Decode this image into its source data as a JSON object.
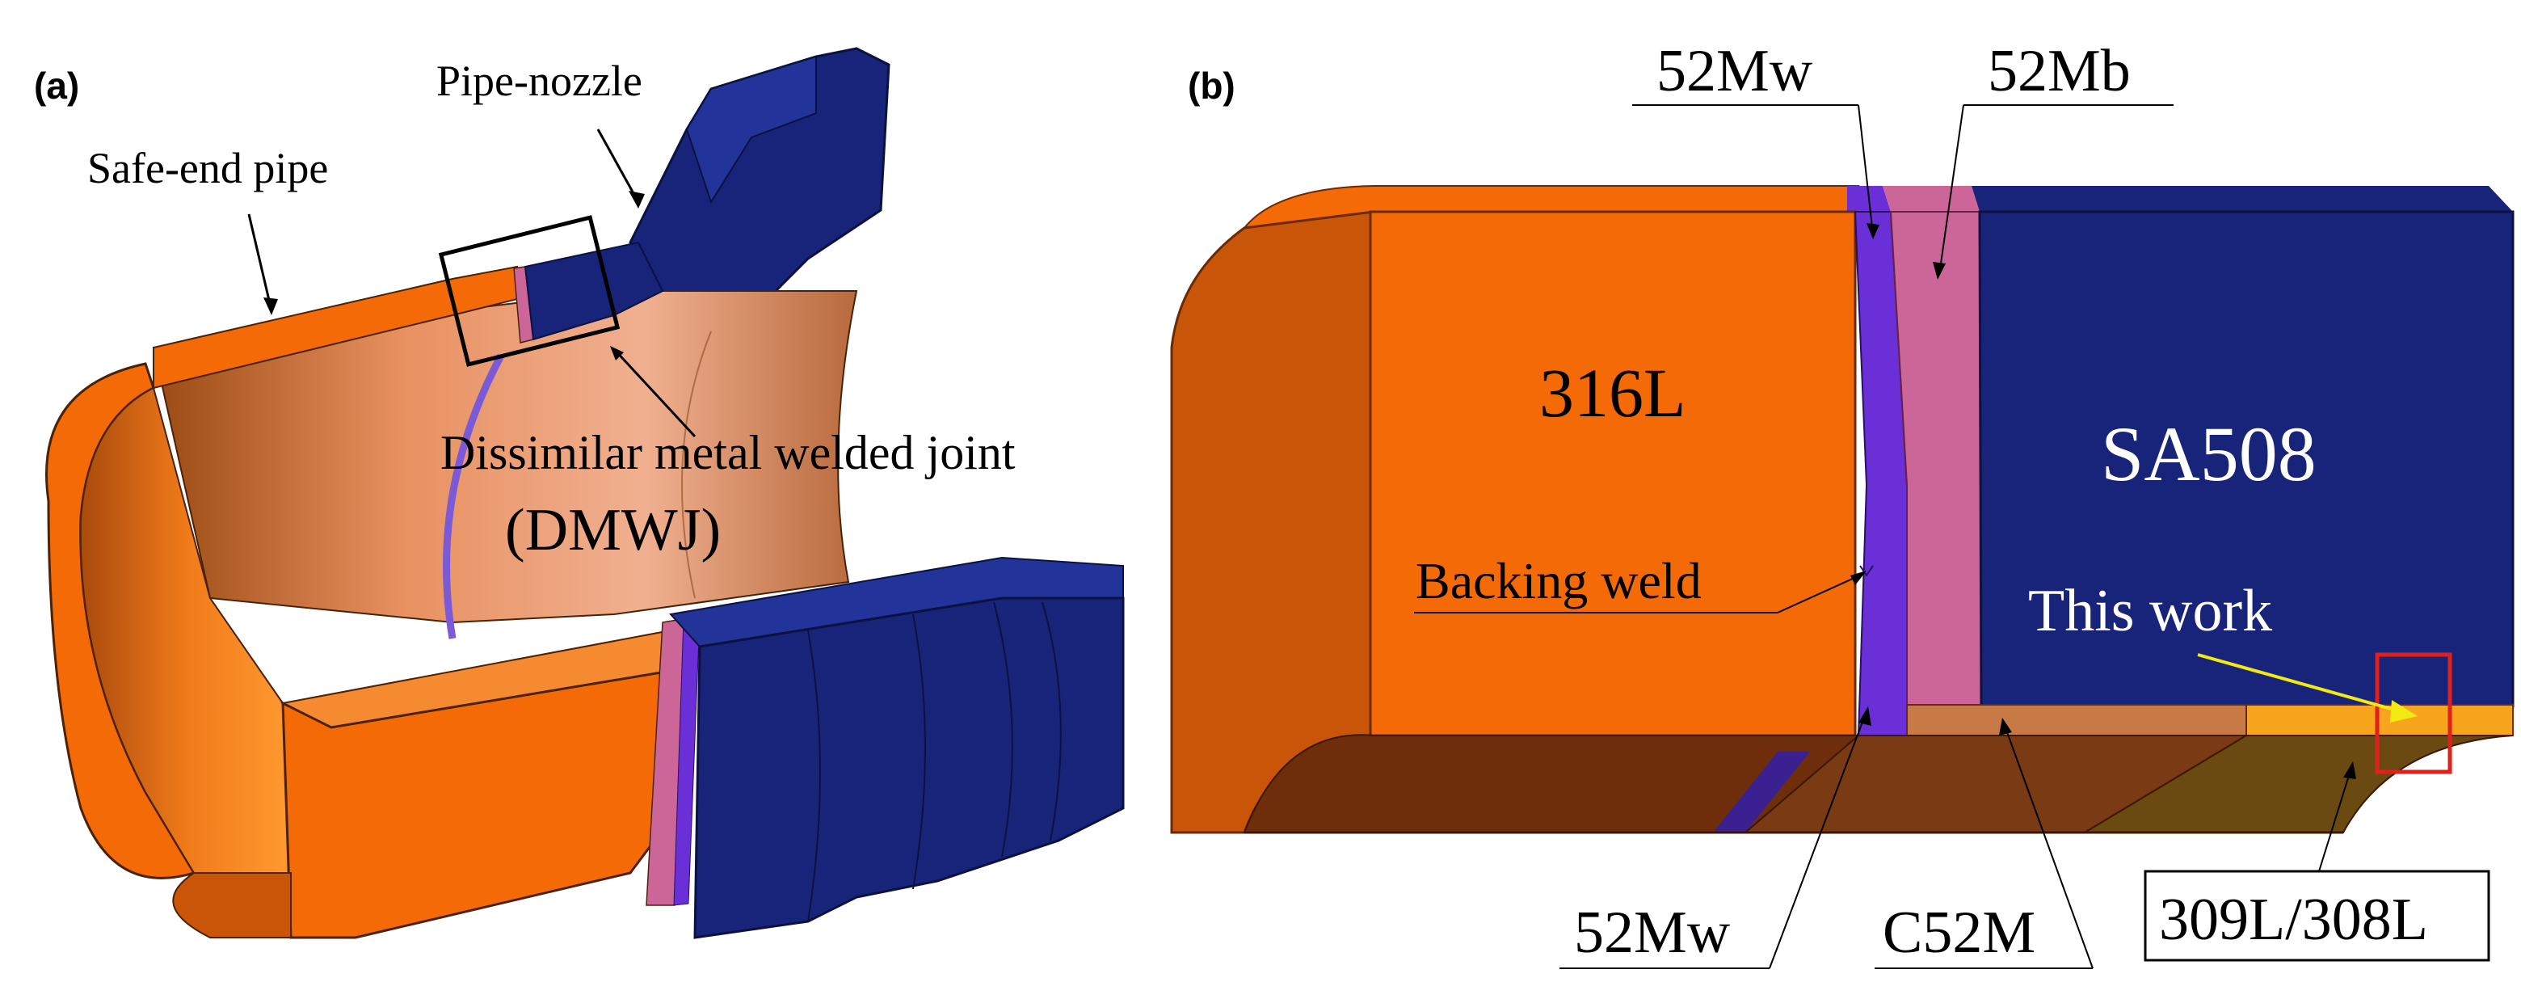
{
  "panel_a": {
    "panel_label": "(a)",
    "labels": {
      "pipe_nozzle": "Pipe-nozzle",
      "safe_end_pipe": "Safe-end pipe",
      "dmwj_line1": "Dissimilar metal welded joint",
      "dmwj_line2": "(DMWJ)"
    }
  },
  "panel_b": {
    "panel_label": "(b)",
    "labels": {
      "m52mw_top": "52Mw",
      "m52mb": "52Mb",
      "m316l": "316L",
      "sa508": "SA508",
      "backing_weld": "Backing weld",
      "this_work": "This work",
      "m52mw_bottom": "52Mw",
      "c52m": "C52M",
      "cladding": "309L/308L"
    }
  },
  "colors": {
    "stainless_orange": "#f36a06",
    "stainless_dark": "#8a3f10",
    "low_alloy_blue": "#17247a",
    "weld_52mw": "#6a2fd6",
    "buttering_52mb": "#cc6699",
    "c52m": "#c77a45",
    "cladding": "#f7a51c",
    "highlight_red": "#e0201c",
    "arrow_yellow": "#f2ea12"
  }
}
